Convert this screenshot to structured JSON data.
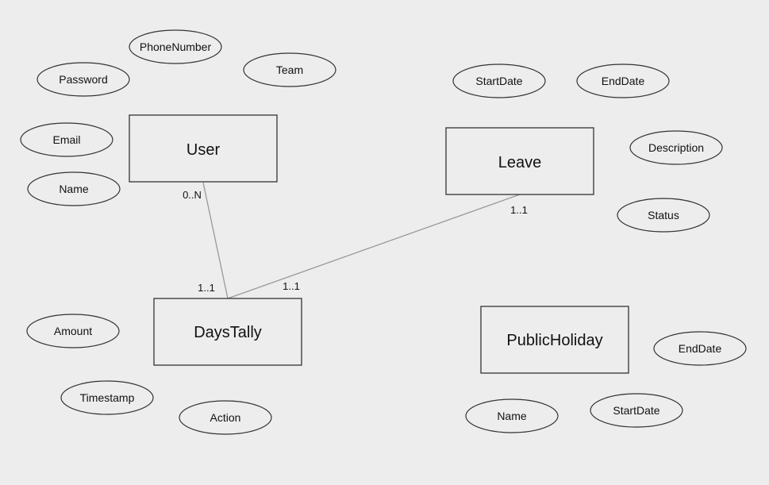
{
  "entities": {
    "user": "User",
    "leave": "Leave",
    "daystally": "DaysTally",
    "publicholiday": "PublicHoliday"
  },
  "attributes": {
    "user": [
      "PhoneNumber",
      "Password",
      "Team",
      "Email",
      "Name"
    ],
    "leave": [
      "StartDate",
      "EndDate",
      "Description",
      "Status"
    ],
    "daystally": [
      "Amount",
      "Timestamp",
      "Action"
    ],
    "publicholiday": [
      "EndDate",
      "Name",
      "StartDate"
    ]
  },
  "relationships": [
    {
      "from": "User",
      "to": "DaysTally",
      "from_card": "0..N",
      "to_card": "1..1"
    },
    {
      "from": "Leave",
      "to": "DaysTally",
      "from_card": "1..1",
      "to_card": "1..1"
    }
  ],
  "colors": {
    "background": "#ededed",
    "stroke": "#333333",
    "connector": "#999999"
  }
}
